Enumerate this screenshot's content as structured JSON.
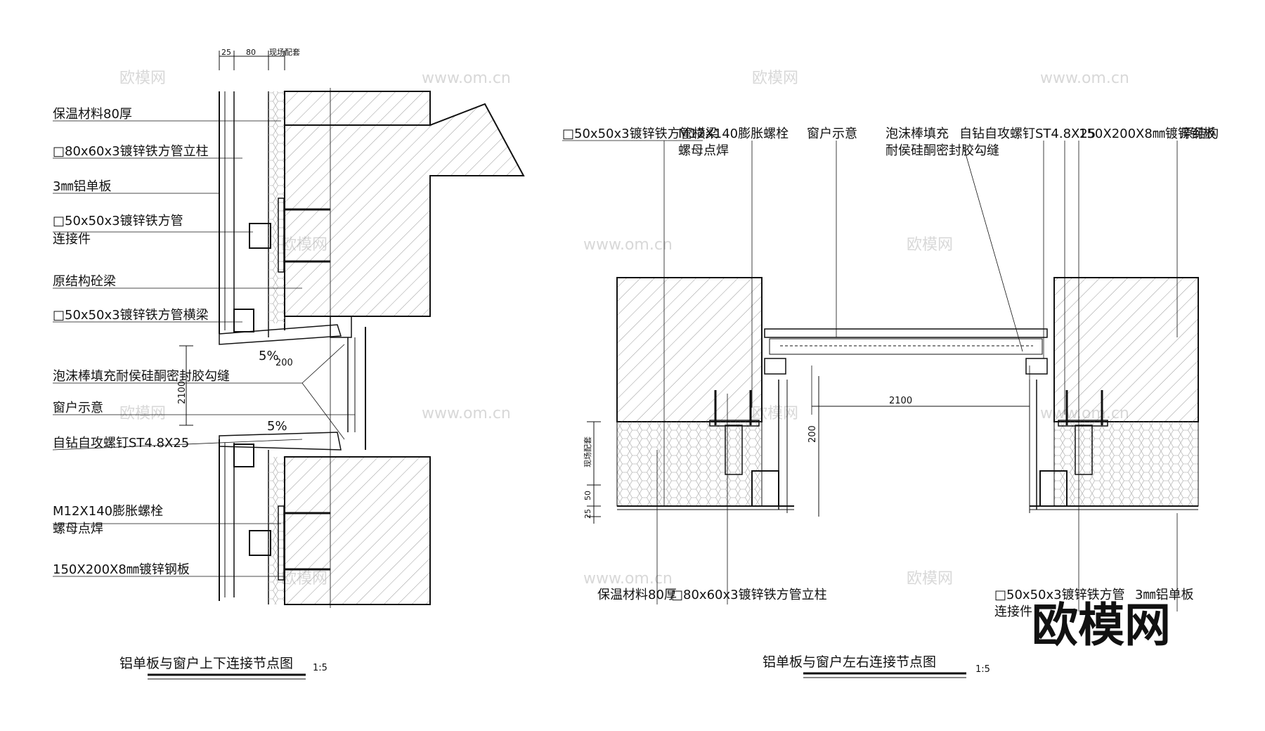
{
  "left_detail": {
    "dims_top": [
      "25",
      "80",
      "现场配套"
    ],
    "labels": [
      "保温材料80厚",
      "□80x60x3镀锌铁方管立柱",
      "3㎜铝单板",
      "□50x50x3镀锌铁方管",
      "连接件",
      "原结构砼梁",
      "□50x50x3镀锌铁方管横梁",
      "泡沫棒填充耐侯硅酮密封胶勾缝",
      "窗户示意",
      "自钻自攻螺钉ST4.8X25",
      "M12X140膨胀螺栓",
      "螺母点焊",
      "150X200X8㎜镀锌钢板"
    ],
    "slope_top": "5%",
    "slope_bottom": "5%",
    "dim_200": "200",
    "dim_2100": "2100",
    "title": "铝单板与窗户上下连接节点图",
    "scale": "1:5"
  },
  "right_detail": {
    "top_labels": [
      "□50x50x3镀锌铁方管横梁",
      "M12X140膨胀螺栓",
      "螺母点焊",
      "窗户示意",
      "泡沫棒填充",
      "耐侯硅酮密封胶勾缝",
      "自钻自攻螺钉ST4.8X25",
      "150X200X8㎜镀锌钢板",
      "原结构"
    ],
    "dim_2100": "2100",
    "dim_200": "200",
    "dims_left": [
      "现场配套",
      "50",
      "25"
    ],
    "bottom_labels": [
      "保温材料80厚",
      "□80x60x3镀锌铁方管立柱",
      "□50x50x3镀锌铁方管",
      "3㎜铝单板",
      "连接件"
    ],
    "title": "铝单板与窗户左右连接节点图",
    "scale": "1:5"
  },
  "watermarks": [
    "欧模网",
    "www.om.cn"
  ],
  "brand": "欧模网"
}
